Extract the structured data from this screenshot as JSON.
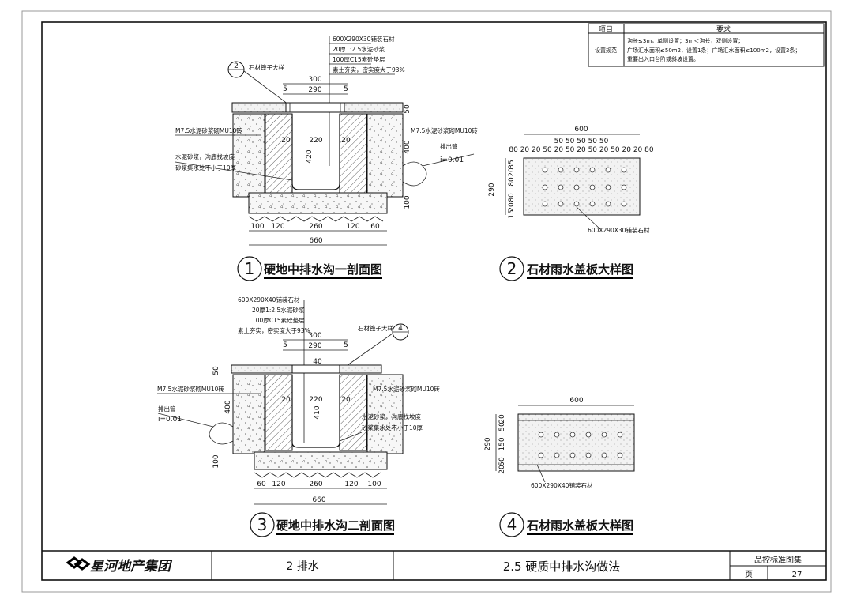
{
  "spec_table": {
    "col_item": "项目",
    "col_req": "要求",
    "row_label": "设置规范",
    "lines": [
      "沟长≤3m，单侧设置；3m＜沟长，双侧设置；",
      "广场汇水面积≤50m2，设置1条；广场汇水面积≤100m2，设置2条；",
      "重要出入口台阶或斜坡设置。"
    ]
  },
  "fig1": {
    "title": "硬地中排水沟一剖面图",
    "num": "1",
    "detail_num": "2",
    "detail_label": "石材篦子大样",
    "layers": [
      "600X290X30铺装石材",
      "20厚1:2.5水泥砂浆",
      "100厚C15素砼垫层",
      "素土夯实，密实度大于93%"
    ],
    "wall_note": "M7.5水泥砂浆砌MU10砖",
    "wall_note_r": "M7.5水泥砂浆砌MU10砖",
    "plaster_note1": "水泥砂浆，沟底找坡度",
    "plaster_note2": "砂浆集水处不小于10厚",
    "pipe_label": "排出管",
    "pipe_slope": "i=0.01",
    "dims_top": [
      "300",
      "290",
      "5",
      "5"
    ],
    "dims_in": [
      "20",
      "220",
      "20",
      "420",
      "50",
      "400",
      "100"
    ],
    "dims_bot": [
      "100",
      "120",
      "260",
      "120",
      "60",
      "660"
    ]
  },
  "fig2": {
    "title": "石材雨水盖板大样图",
    "num": "2",
    "width": "600",
    "top_dims": "80 20 20 50 20 50 20 50 20 50 20 20 80",
    "top_dims2": "50 50 50 50 50",
    "left_dims": [
      "35",
      "20",
      "80",
      "80",
      "20",
      "15"
    ],
    "height": "290",
    "material": "600X290X30铺装石材"
  },
  "fig3": {
    "title": "硬地中排水沟二剖面图",
    "num": "3",
    "detail_num": "4",
    "detail_label": "石材篦子大样",
    "layers": [
      "600X290X40铺装石材",
      "20厚1:2.5水泥砂浆",
      "100厚C15素砼垫层",
      "素土夯实，密实度大于93%"
    ],
    "wall_note": "M7.5水泥砂浆砌MU10砖",
    "wall_note_r": "M7.5水泥砂浆砌MU10砖",
    "plaster_note1": "水泥砂浆，沟底找坡度",
    "plaster_note2": "砂浆集水处不小于10厚",
    "pipe_label": "排出管",
    "pipe_slope": "i=0.01",
    "dims_top": [
      "300",
      "290",
      "5",
      "5"
    ],
    "dims_in": [
      "40",
      "20",
      "220",
      "20",
      "410",
      "50",
      "400",
      "100"
    ],
    "dims_bot": [
      "60",
      "120",
      "260",
      "120",
      "100",
      "660"
    ]
  },
  "fig4": {
    "title": "石材雨水盖板大样图",
    "num": "4",
    "width": "600",
    "left_dims": [
      "20",
      "50",
      "150",
      "50",
      "20"
    ],
    "height": "290",
    "material": "600X290X40铺装石材"
  },
  "title_block": {
    "company": "星河地产集团",
    "section": "2  排水",
    "drawing": "2.5  硬质中排水沟做法",
    "collection": "品控标准图集",
    "page_label": "页",
    "page_no": "27"
  }
}
